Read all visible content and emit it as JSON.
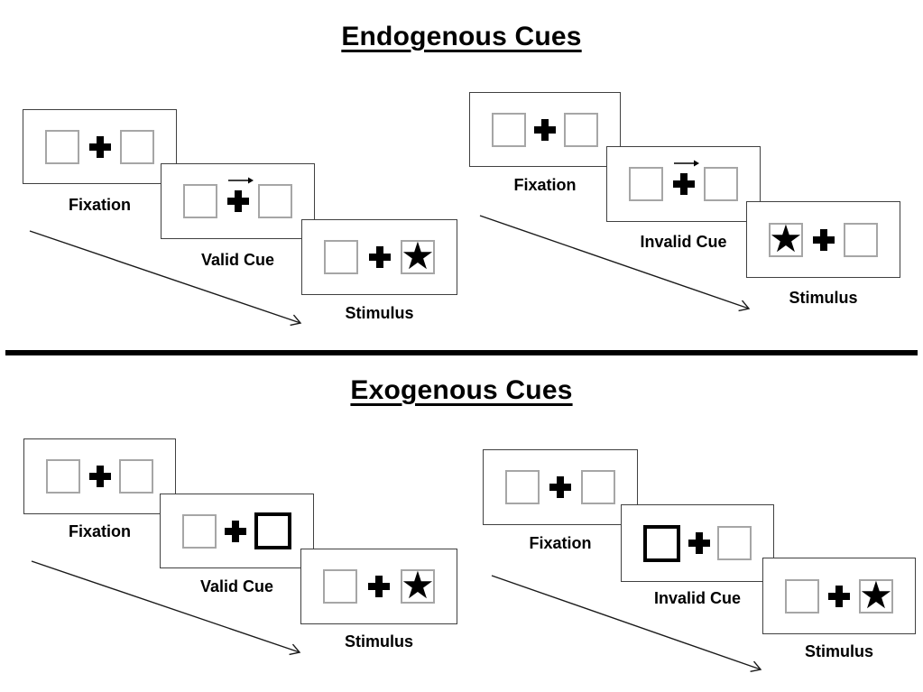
{
  "titles": {
    "endogenous": "Endogenous Cues",
    "exogenous": "Exogenous Cues"
  },
  "sequences": {
    "endogenous_valid": {
      "fixation_label": "Fixation",
      "cue_label": "Valid Cue",
      "stimulus_label": "Stimulus"
    },
    "endogenous_invalid": {
      "fixation_label": "Fixation",
      "cue_label": "Invalid Cue",
      "stimulus_label": "Stimulus"
    },
    "exogenous_valid": {
      "fixation_label": "Fixation",
      "cue_label": "Valid Cue",
      "stimulus_label": "Stimulus"
    },
    "exogenous_invalid": {
      "fixation_label": "Fixation",
      "cue_label": "Invalid Cue",
      "stimulus_label": "Stimulus"
    }
  },
  "icons": {
    "star": "★",
    "fixation_cross": "✚",
    "cue_arrow": "→",
    "timeline_arrow": "↘"
  },
  "colors": {
    "background": "#ffffff",
    "panel_border": "#404040",
    "box_border": "#a6a6a6",
    "ink": "#000000",
    "divider": "#000000"
  }
}
